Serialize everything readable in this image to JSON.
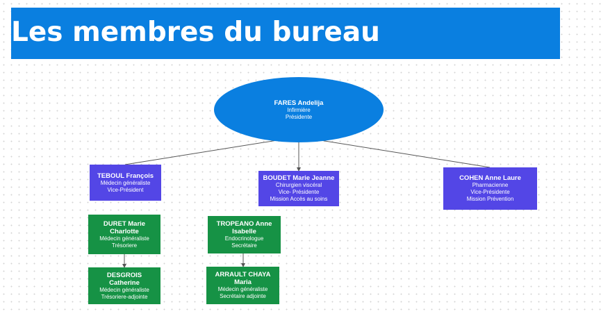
{
  "header": {
    "title": "Les membres du bureau"
  },
  "colors": {
    "banner": "#0a7fe0",
    "ellipse": "#0a7fe0",
    "purple": "#5346e6",
    "green": "#169245",
    "connector": "#555555"
  },
  "nodes": {
    "fares": {
      "name": "FARES Andelija",
      "lines": [
        "Infirmière",
        "Présidente"
      ]
    },
    "teboul": {
      "name": "TEBOUL François",
      "lines": [
        "Médecin généraliste",
        "Vice-Président"
      ]
    },
    "boudet": {
      "name": "BOUDET Marie Jeanne",
      "lines": [
        "Chirurgien viscéral",
        "Vice- Présidente",
        "Mission Accès au soins"
      ]
    },
    "cohen": {
      "name": "COHEN Anne Laure",
      "lines": [
        "Pharmacienne",
        "Vice-Présidente",
        "Mission Prévention"
      ]
    },
    "duret": {
      "name": "DURET Marie Charlotte",
      "lines": [
        "Médecin généraliste",
        "Trésoriere"
      ]
    },
    "tropeano": {
      "name": "TROPEANO Anne Isabelle",
      "lines": [
        "Endocrinologue",
        "Secrétaire"
      ]
    },
    "desgrois": {
      "name": "DESGROIS Catherine",
      "lines": [
        "Médecin généraliste",
        "Trésoriere-adjointe"
      ]
    },
    "arrault": {
      "name": "ARRAULT CHAYA Maria",
      "lines": [
        "Médecin généraliste",
        "Secrétaire adjointe"
      ]
    }
  }
}
